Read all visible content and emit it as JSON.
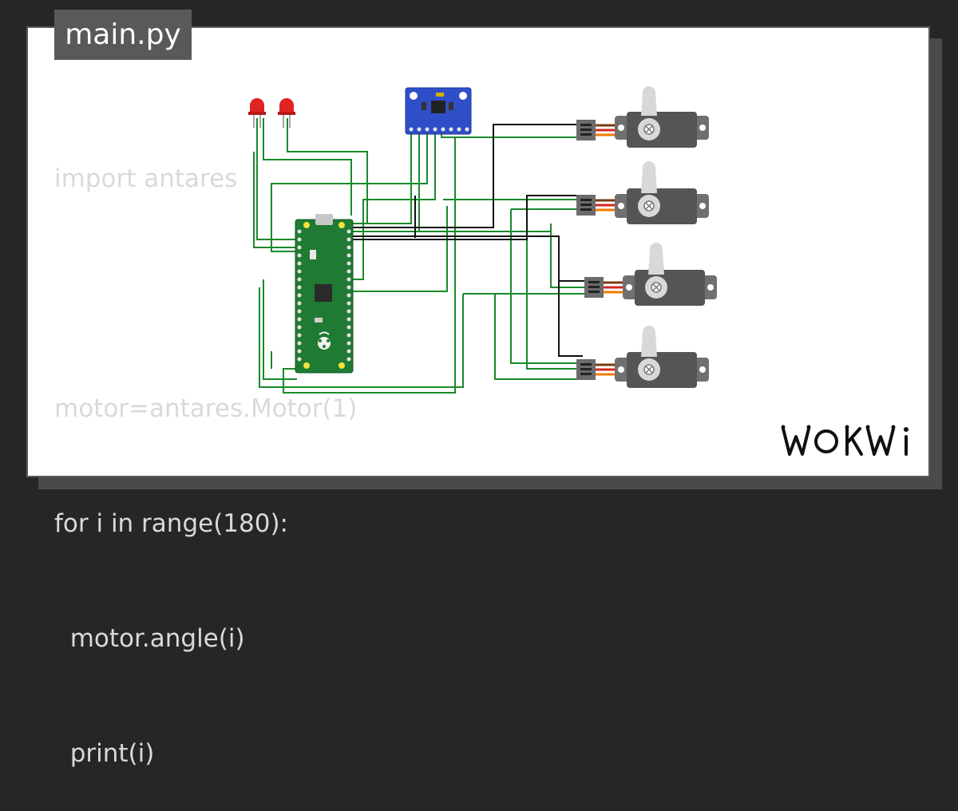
{
  "file_tab": {
    "label": "main.py"
  },
  "code": {
    "lines": [
      "import antares",
      "",
      "motor=antares.Motor(1)",
      "for i in range(180):",
      "  motor.angle(i)",
      "  print(i)"
    ]
  },
  "logo": {
    "text": "WOKWI"
  },
  "components": {
    "leds": {
      "count": 2,
      "color": "#e02424"
    },
    "imu_board": {
      "color": "#2f4fc8"
    },
    "microcontroller": {
      "color": "#1f7a33",
      "icon": "raspberry-icon"
    },
    "servos": {
      "count": 4,
      "body_color": "#555555",
      "horn_color": "#d8d8d8"
    }
  },
  "colors": {
    "wire_green": "#1a8a2a",
    "wire_black": "#111111",
    "servo_wire_orange": "#f27a00",
    "servo_wire_red": "#d0271d",
    "servo_wire_brown": "#7a3b12",
    "background": "#262626",
    "code_text": "#d9d9d9",
    "tab_background": "#595959"
  }
}
